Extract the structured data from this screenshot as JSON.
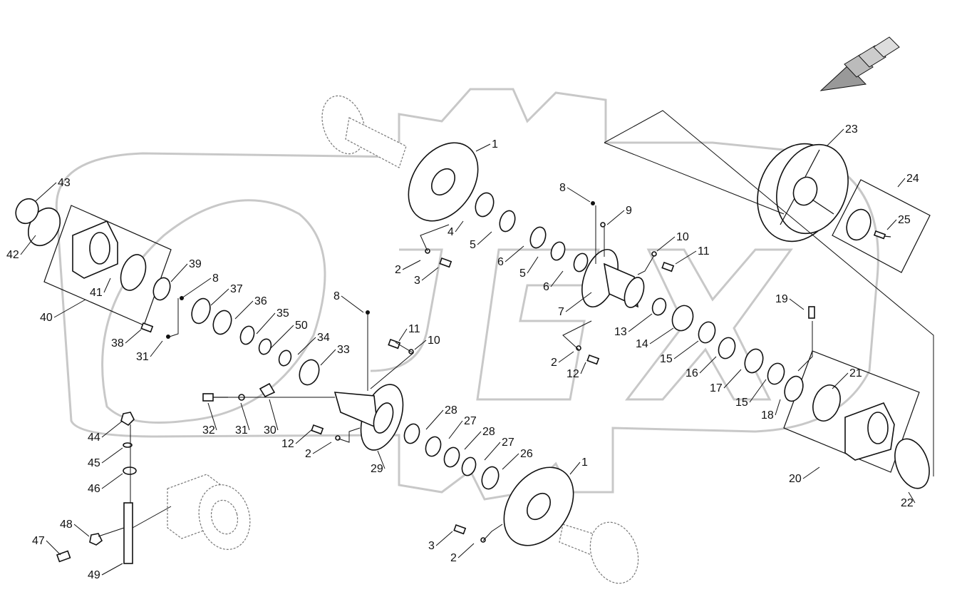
{
  "diagram": {
    "type": "exploded-parts-diagram",
    "watermark_text": "OPEX",
    "direction_indicator": "arrow-chevron-icon",
    "colors": {
      "ink": "#111111",
      "watermark": "#c8c8c8"
    }
  },
  "callouts": [
    {
      "id": "c1a",
      "text": "1"
    },
    {
      "id": "c1b",
      "text": "1"
    },
    {
      "id": "c2a",
      "text": "2"
    },
    {
      "id": "c2b",
      "text": "2"
    },
    {
      "id": "c2c",
      "text": "2"
    },
    {
      "id": "c2d",
      "text": "2"
    },
    {
      "id": "c3a",
      "text": "3"
    },
    {
      "id": "c3b",
      "text": "3"
    },
    {
      "id": "c4",
      "text": "4"
    },
    {
      "id": "c5a",
      "text": "5"
    },
    {
      "id": "c5b",
      "text": "5"
    },
    {
      "id": "c6a",
      "text": "6"
    },
    {
      "id": "c6b",
      "text": "6"
    },
    {
      "id": "c7",
      "text": "7"
    },
    {
      "id": "c8a",
      "text": "8"
    },
    {
      "id": "c8b",
      "text": "8"
    },
    {
      "id": "c8c",
      "text": "8"
    },
    {
      "id": "c9",
      "text": "9"
    },
    {
      "id": "c10a",
      "text": "10"
    },
    {
      "id": "c10b",
      "text": "10"
    },
    {
      "id": "c11a",
      "text": "11"
    },
    {
      "id": "c11b",
      "text": "11"
    },
    {
      "id": "c12a",
      "text": "12"
    },
    {
      "id": "c12b",
      "text": "12"
    },
    {
      "id": "c13",
      "text": "13"
    },
    {
      "id": "c14",
      "text": "14"
    },
    {
      "id": "c15a",
      "text": "15"
    },
    {
      "id": "c15b",
      "text": "15"
    },
    {
      "id": "c16",
      "text": "16"
    },
    {
      "id": "c17",
      "text": "17"
    },
    {
      "id": "c18",
      "text": "18"
    },
    {
      "id": "c19",
      "text": "19"
    },
    {
      "id": "c20",
      "text": "20"
    },
    {
      "id": "c21",
      "text": "21"
    },
    {
      "id": "c22",
      "text": "22"
    },
    {
      "id": "c23",
      "text": "23"
    },
    {
      "id": "c24",
      "text": "24"
    },
    {
      "id": "c25",
      "text": "25"
    },
    {
      "id": "c26",
      "text": "26"
    },
    {
      "id": "c27a",
      "text": "27"
    },
    {
      "id": "c27b",
      "text": "27"
    },
    {
      "id": "c28a",
      "text": "28"
    },
    {
      "id": "c28b",
      "text": "28"
    },
    {
      "id": "c29",
      "text": "29"
    },
    {
      "id": "c30",
      "text": "30"
    },
    {
      "id": "c31a",
      "text": "31"
    },
    {
      "id": "c31b",
      "text": "31"
    },
    {
      "id": "c32",
      "text": "32"
    },
    {
      "id": "c33",
      "text": "33"
    },
    {
      "id": "c34",
      "text": "34"
    },
    {
      "id": "c35",
      "text": "35"
    },
    {
      "id": "c36",
      "text": "36"
    },
    {
      "id": "c37",
      "text": "37"
    },
    {
      "id": "c38",
      "text": "38"
    },
    {
      "id": "c39",
      "text": "39"
    },
    {
      "id": "c40",
      "text": "40"
    },
    {
      "id": "c41",
      "text": "41"
    },
    {
      "id": "c42",
      "text": "42"
    },
    {
      "id": "c43",
      "text": "43"
    },
    {
      "id": "c44",
      "text": "44"
    },
    {
      "id": "c45",
      "text": "45"
    },
    {
      "id": "c46",
      "text": "46"
    },
    {
      "id": "c47",
      "text": "47"
    },
    {
      "id": "c48",
      "text": "48"
    },
    {
      "id": "c49",
      "text": "49"
    },
    {
      "id": "c50",
      "text": "50"
    }
  ]
}
